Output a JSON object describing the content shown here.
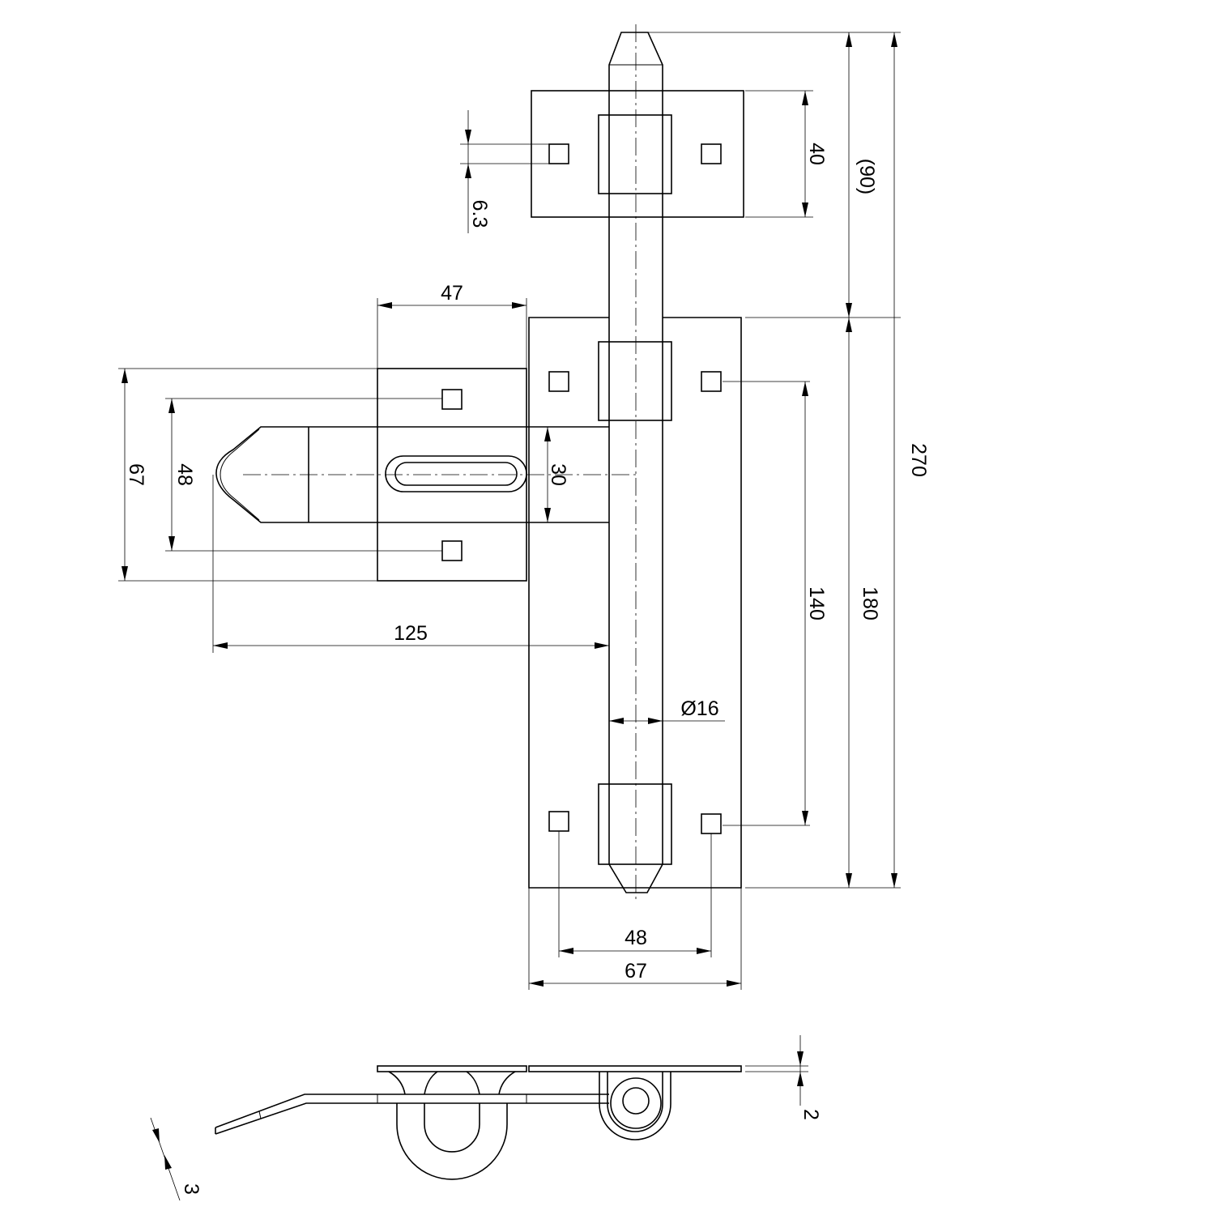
{
  "dimensions": {
    "total_length": "270",
    "staple_offset": "(90)",
    "base_plate_length": "180",
    "hole_spacing_long": "140",
    "keeper_plate_height": "40",
    "hole_size": "6.3",
    "hasp_plate_width": "47",
    "hasp_plate_height": "67",
    "hasp_hole_spacing": "48",
    "slot_width": "30",
    "hasp_length": "125",
    "bolt_diameter": "Ø16",
    "base_hole_spacing": "48",
    "base_plate_width": "67",
    "plate_thickness": "2",
    "hasp_thickness": "3"
  }
}
